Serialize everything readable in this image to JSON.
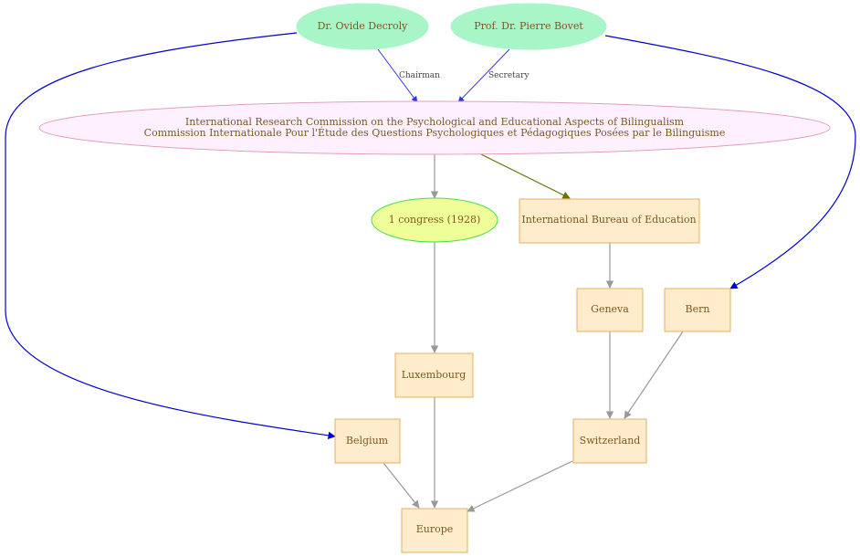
{
  "diagram": {
    "nodes": {
      "decroly": {
        "label": "Dr. Ovide Decroly"
      },
      "bovet": {
        "label": "Prof. Dr.  Pierre Bovet"
      },
      "commission": {
        "line1": "International Research Commission on the Psychological and Educational Aspects of Bilingualism",
        "line2": "Commission Internationale Pour l'Étude des Questions Psychologiques et Pédagogiques Posées par le Bilinguisme"
      },
      "congress": {
        "label": "1 congress (1928)"
      },
      "ibe": {
        "label": "International Bureau of Education"
      },
      "geneva": {
        "label": "Geneva"
      },
      "bern": {
        "label": "Bern"
      },
      "luxembourg": {
        "label": "Luxembourg"
      },
      "belgium": {
        "label": "Belgium"
      },
      "switzerland": {
        "label": "Switzerland"
      },
      "europe": {
        "label": "Europe"
      }
    },
    "edges": {
      "chairman": "Chairman",
      "secretary": "Secretary"
    }
  },
  "colors": {
    "person_fill": "#a8f5c8",
    "commission_fill": "#fff0ff",
    "commission_stroke": "#e0a0b8",
    "congress_fill": "#eeff99",
    "congress_stroke": "#44dd44",
    "box_fill": "#ffeccc",
    "box_stroke": "#e0b060",
    "edge_blue": "#3333ee",
    "edge_darkblue": "#0000cc",
    "edge_olive": "#6b7000",
    "edge_gray": "#999999"
  }
}
